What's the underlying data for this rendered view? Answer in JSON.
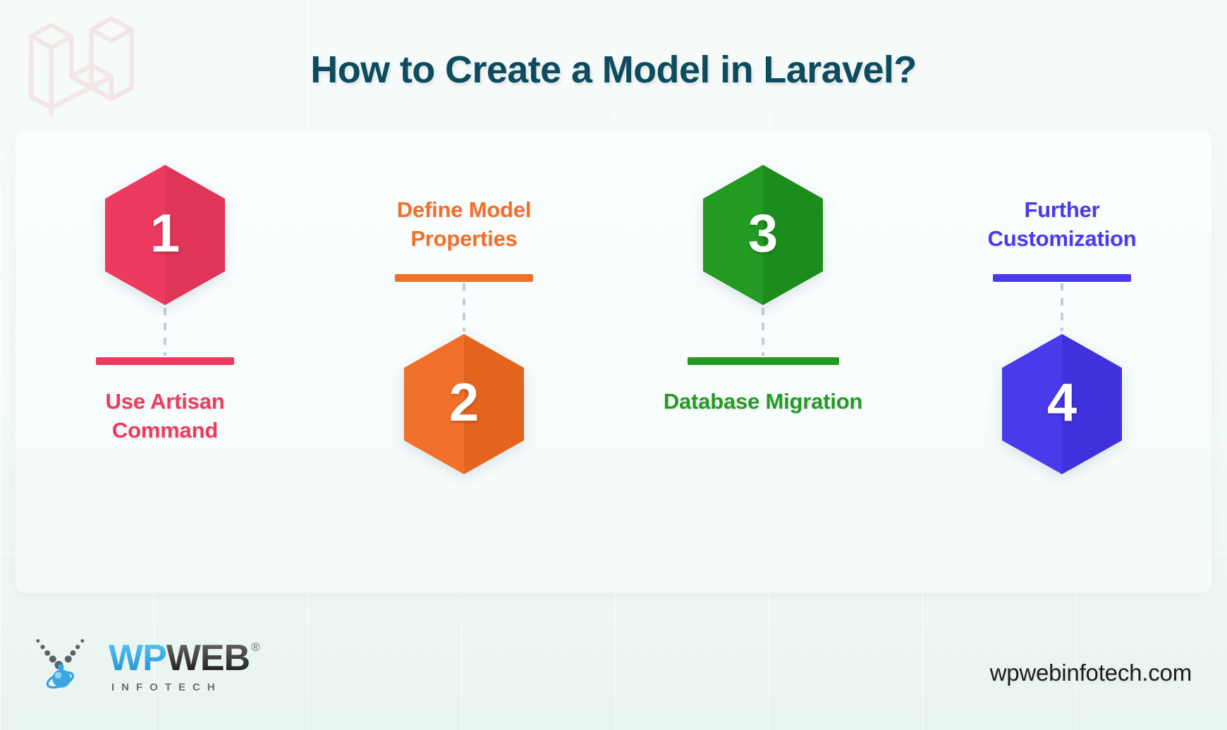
{
  "page": {
    "title": "How to Create a Model in Laravel?",
    "title_color": "#0d4b5f",
    "background_color": "#f2f9f7",
    "watermark_icon": "laravel-logo-watermark",
    "watermark_color": "#e8a0a4"
  },
  "steps": [
    {
      "number": "1",
      "label": "Use Artisan\nCommand",
      "color": "#ec3b5f",
      "color_dark": "#df3558",
      "layout": "hexagon-top",
      "hex_icon": "hexagon-shape"
    },
    {
      "number": "2",
      "label": "Define Model\nProperties",
      "color": "#f1702a",
      "color_dark": "#e3641f",
      "layout": "caption-top",
      "hex_icon": "hexagon-shape"
    },
    {
      "number": "3",
      "label": "Database Migration",
      "color": "#239b23",
      "color_dark": "#1c8c1c",
      "layout": "hexagon-top",
      "hex_icon": "hexagon-shape"
    },
    {
      "number": "4",
      "label": "Further\nCustomization",
      "color": "#4a3bea",
      "color_dark": "#4031dd",
      "layout": "caption-top",
      "hex_icon": "hexagon-shape"
    }
  ],
  "footer": {
    "logo_mark_icon": "wpweb-planet-dots-logo",
    "logo_wp": "WP",
    "logo_web": "WEB",
    "logo_registered": "®",
    "logo_tagline": "INFOTECH",
    "website": "wpwebinfotech.com"
  }
}
